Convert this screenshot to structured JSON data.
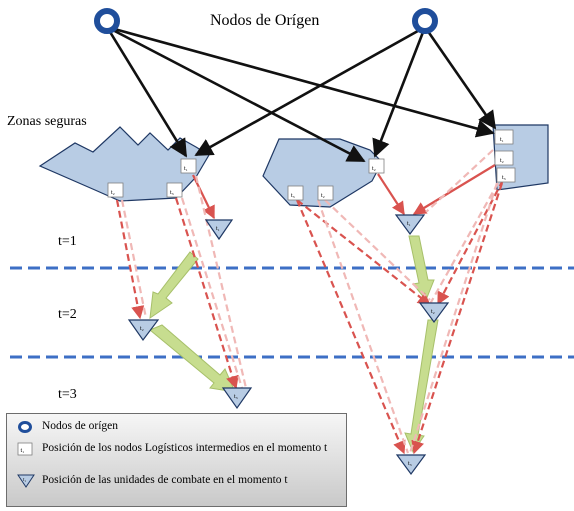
{
  "diagram": {
    "title": "Nodos de Orígen",
    "safe_zones_label": "Zonas seguras",
    "time_labels": [
      "t=1",
      "t=2",
      "t=3"
    ],
    "node_tags": {
      "tag1": "t₁",
      "tag2": "t₂",
      "tag3": "t₃"
    },
    "colors": {
      "origin_node": "#1f4e9b",
      "zone_fill": "#b8cce4",
      "zone_stroke": "#1f3864",
      "black_arrow": "#111111",
      "red_arrow": "#d9534f",
      "green_arrow": "#c7dd8f",
      "divider": "#3d6fc5"
    }
  },
  "legend": {
    "items": [
      {
        "icon": "origin-node-icon",
        "text": "Nodos de orígen"
      },
      {
        "icon": "logistic-node-icon",
        "text": "Posición de los nodos Logísticos intermedios en el momento t"
      },
      {
        "icon": "combat-unit-icon",
        "text": "Posición de las unidades de combate en el momento t"
      }
    ]
  }
}
